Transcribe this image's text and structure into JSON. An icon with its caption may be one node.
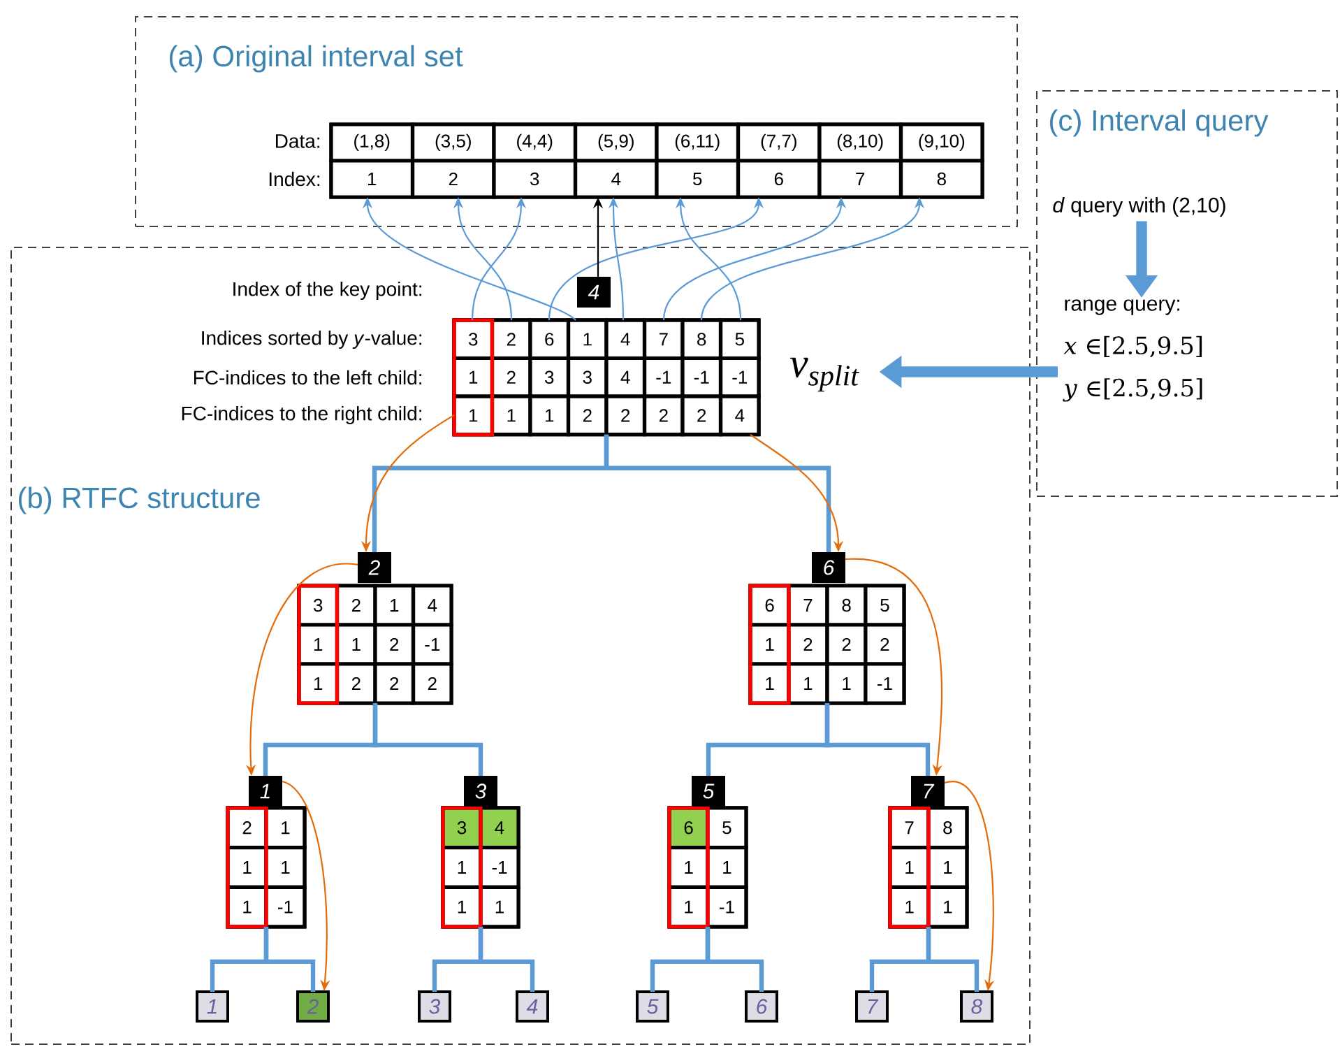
{
  "diagram": {
    "nodes": [
      {
        "text": [
          "(a) Original interval set"
        ]
      },
      {
        "text": [
          "(1,8)",
          "(3,5)",
          "(4,4)",
          "(5,9)",
          "(6,11)",
          "(7,7)",
          "(8,10)",
          "(9,10)",
          "1",
          "2",
          "3",
          "4",
          "5",
          "6",
          "7",
          "8"
        ],
        "in": 0,
        "beside": [
          "Data:",
          "Index:"
        ]
      },
      {
        "text": [
          "(b) RTFC structure"
        ]
      },
      {
        "text": [
          "4"
        ],
        "in": 2
      },
      {
        "text": [
          "3",
          "2",
          "6",
          "1",
          "4",
          "7",
          "8",
          "5",
          "1",
          "2",
          "3",
          "3",
          "4",
          "-1",
          "-1",
          "-1",
          "1",
          "1",
          "1",
          "2",
          "2",
          "2",
          "2",
          "4"
        ],
        "in": 2,
        "beside": [
          "Indices sorted by *y*-value:",
          "FC-indices to the left child:",
          "FC-indices to the right child:"
        ]
      },
      {
        "text": [
          "v$_{split}$"
        ],
        "in": 2
      },
      {
        "text": [
          "2"
        ],
        "in": 2
      },
      {
        "text": [
          "3",
          "2",
          "1",
          "4",
          "1",
          "1",
          "2",
          "-1",
          "1",
          "2",
          "2",
          "2"
        ],
        "in": 2
      },
      {
        "text": [
          "6"
        ],
        "in": 2
      },
      {
        "text": [
          "6",
          "7",
          "8",
          "5",
          "1",
          "2",
          "2",
          "2",
          "1",
          "1",
          "1",
          "-1"
        ],
        "in": 2
      },
      {
        "text": [
          "1"
        ],
        "in": 2
      },
      {
        "text": [
          "2",
          "1",
          "1",
          "1",
          "1",
          "-1"
        ],
        "in": 2
      },
      {
        "text": [
          "3"
        ],
        "in": 2
      },
      {
        "text": [
          "3",
          "4",
          "1",
          "-1",
          "1",
          "1"
        ],
        "in": 2
      },
      {
        "text": [
          "5"
        ],
        "in": 2
      },
      {
        "text": [
          "6",
          "5",
          "1",
          "1",
          "1",
          "-1"
        ],
        "in": 2
      },
      {
        "text": [
          "7"
        ],
        "in": 2
      },
      {
        "text": [
          "7",
          "8",
          "1",
          "1",
          "1",
          "1"
        ],
        "in": 2
      },
      {
        "text": [
          "1"
        ],
        "in": 2
      },
      {
        "text": [
          "2"
        ],
        "in": 2
      },
      {
        "text": [
          "3"
        ],
        "in": 2
      },
      {
        "text": [
          "4"
        ],
        "in": 2
      },
      {
        "text": [
          "5"
        ],
        "in": 2
      },
      {
        "text": [
          "6"
        ],
        "in": 2
      },
      {
        "text": [
          "7"
        ],
        "in": 2
      },
      {
        "text": [
          "8"
        ],
        "in": 2
      },
      {
        "text": [
          "(c) Interval query"
        ]
      },
      {
        "text": [
          "*d* query with (2,10)"
        ],
        "in": 26
      },
      {
        "text": [
          "range query:",
          "*x* ∈[2.5,9.5]",
          "*y* ∈[2.5,9.5]"
        ],
        "in": 26
      }
    ],
    "edges": [
      {
        "from": 4,
        "to": 1,
        "arrow": "to"
      },
      {
        "from": 4,
        "to": 1,
        "arrow": "to"
      },
      {
        "from": 4,
        "to": 1,
        "arrow": "to"
      },
      {
        "from": 4,
        "to": 1,
        "arrow": "to"
      },
      {
        "from": 4,
        "to": 1,
        "arrow": "to"
      },
      {
        "from": 4,
        "to": 1,
        "arrow": "to"
      },
      {
        "from": 4,
        "to": 1,
        "arrow": "to"
      },
      {
        "from": 4,
        "to": 1,
        "arrow": "to"
      },
      {
        "from": 3,
        "to": 1,
        "arrow": "to",
        "color": "#000000"
      },
      {
        "from": 4,
        "to": 6,
        "arrow": "none"
      },
      {
        "from": 4,
        "to": 8,
        "arrow": "none"
      },
      {
        "from": 7,
        "to": 10,
        "arrow": "none"
      },
      {
        "from": 7,
        "to": 12,
        "arrow": "none"
      },
      {
        "from": 9,
        "to": 14,
        "arrow": "none"
      },
      {
        "from": 9,
        "to": 16,
        "arrow": "none"
      },
      {
        "from": 11,
        "to": 18,
        "arrow": "none"
      },
      {
        "from": 11,
        "to": 19,
        "arrow": "none"
      },
      {
        "from": 13,
        "to": 20,
        "arrow": "none"
      },
      {
        "from": 13,
        "to": 21,
        "arrow": "none"
      },
      {
        "from": 15,
        "to": 22,
        "arrow": "none"
      },
      {
        "from": 15,
        "to": 23,
        "arrow": "none"
      },
      {
        "from": 17,
        "to": 24,
        "arrow": "none"
      },
      {
        "from": 17,
        "to": 25,
        "arrow": "none"
      },
      {
        "from": 4,
        "to": 6,
        "arrow": "to",
        "color": "#e46c0a"
      },
      {
        "from": 4,
        "to": 8,
        "arrow": "to",
        "color": "#e46c0a"
      },
      {
        "from": 6,
        "to": 10,
        "arrow": "to",
        "color": "#e46c0a"
      },
      {
        "from": 8,
        "to": 16,
        "arrow": "to",
        "color": "#e46c0a"
      },
      {
        "from": 10,
        "to": 19,
        "arrow": "to",
        "color": "#e46c0a"
      },
      {
        "from": 16,
        "to": 25,
        "arrow": "to",
        "color": "#e46c0a"
      },
      {
        "from": 27,
        "to": 28,
        "arrow": "to",
        "style": "thick"
      },
      {
        "from": 28,
        "to": 5,
        "arrow": "to",
        "style": "thick"
      }
    ],
    "labels": [
      "Index of the key point:"
    ]
  }
}
